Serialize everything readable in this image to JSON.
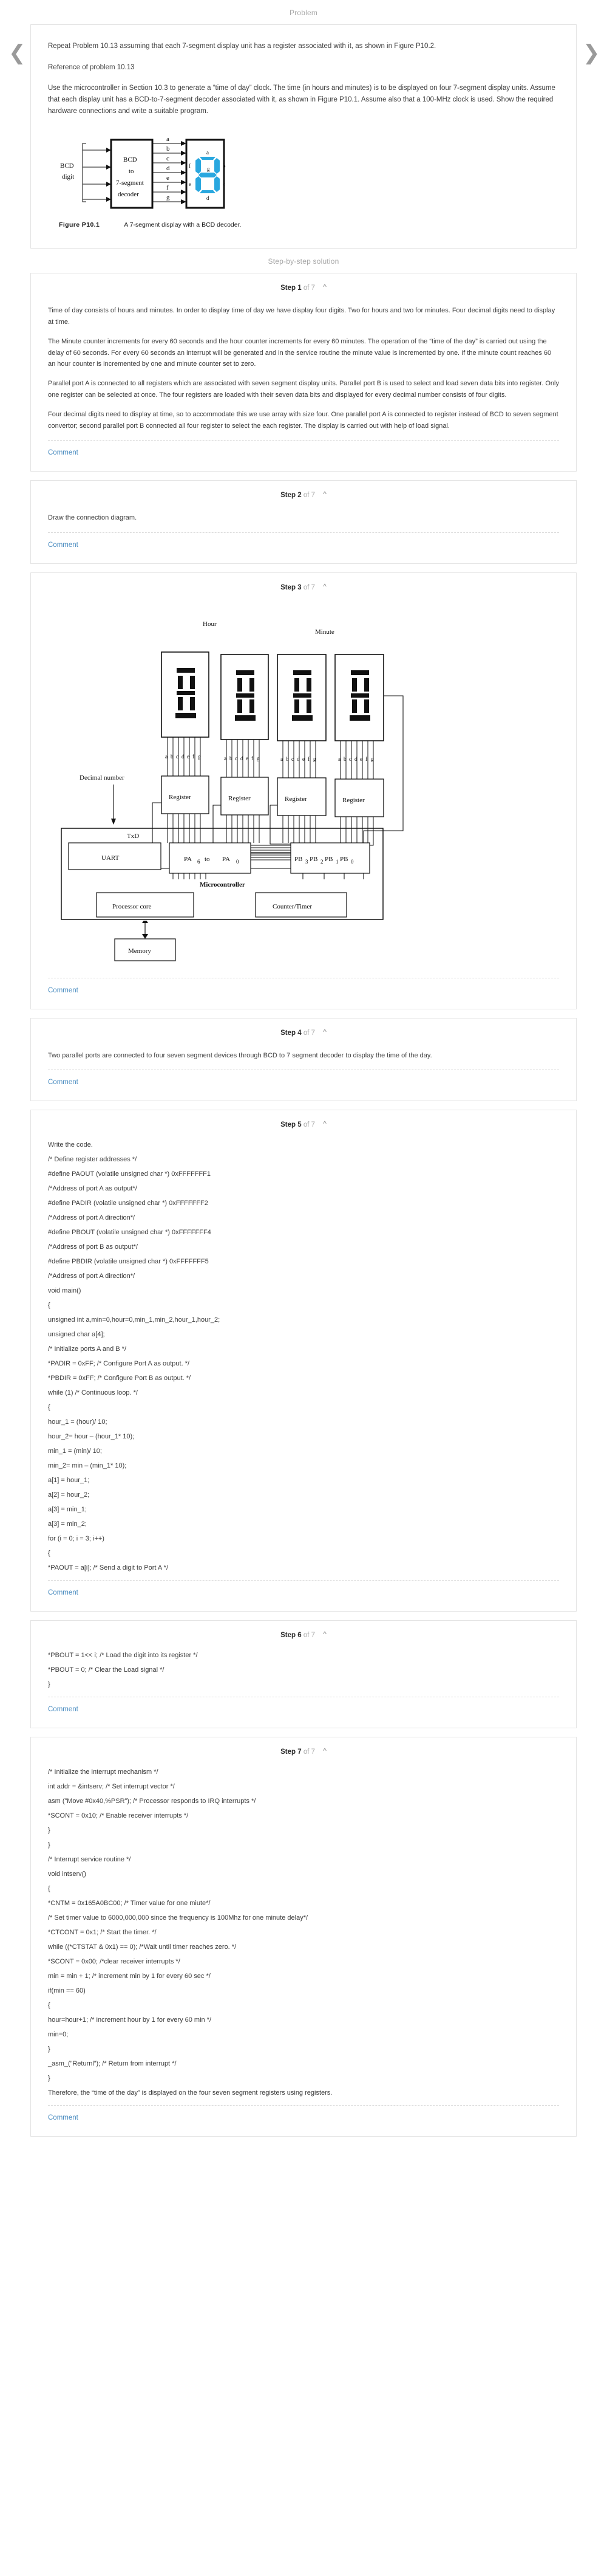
{
  "problem": {
    "section_label": "Problem",
    "paragraphs": [
      "Repeat Problem 10.13 assuming that each 7-segment display unit has a register associated with it, as shown in Figure P10.2.",
      "Reference of problem 10.13",
      "Use the microcontroller in Section 10.3 to generate a “time of day” clock. The time (in hours and minutes) is to be displayed on four 7-segment display units. Assume that each display unit has a BCD-to-7-segment decoder associated with it, as shown in Figure P10.1. Assume also that a 100-MHz clock is used. Show the required hardware connections and write a suitable program."
    ],
    "figure": {
      "caption_label": "Figure P10.1",
      "caption_text": "A 7-segment display with a BCD decoder.",
      "input_label_line1": "BCD",
      "input_label_line2": "digit",
      "decoder_line1": "BCD",
      "decoder_line2": "to",
      "decoder_line3": "7-segment",
      "decoder_line4": "decoder",
      "segment_names": [
        "a",
        "b",
        "c",
        "d",
        "e",
        "f",
        "g"
      ],
      "display_segment_labels": [
        "a",
        "b",
        "c",
        "d",
        "e",
        "f",
        "g"
      ]
    }
  },
  "solution": {
    "section_label": "Step-by-step solution",
    "total_steps": 7,
    "of_label": "of",
    "step_word": "Step",
    "comment_label": "Comment",
    "steps": [
      {
        "number": 1,
        "type": "text",
        "paragraphs": [
          "Time of day consists of hours and minutes. In order to display time of day we have display four digits. Two for hours and two for minutes. Four decimal digits need to display at time.",
          "The Minute counter increments for every 60 seconds and the hour counter increments for every 60 minutes. The operation of the “time of the day” is carried out using the delay of 60 seconds. For every 60 seconds an interrupt will be generated and in the service routine the minute value is incremented by one. If the minute count reaches 60 an hour counter is incremented by one and minute counter set to zero.",
          "Parallel port A is connected to all registers which are associated with seven segment display units. Parallel port B is used to select and load seven data bits into register. Only one register can be selected at once. The four registers are loaded with their seven data bits and displayed for every decimal number consists of four digits.",
          "Four decimal digits need to display at time, so to accommodate this we use array with size four. One parallel port A is connected to register instead of BCD to seven segment convertor; second parallel port B connected all four register to select the each register. The display is carried out with help of load signal."
        ]
      },
      {
        "number": 2,
        "type": "text",
        "paragraphs": [
          "Draw the connection diagram."
        ]
      },
      {
        "number": 3,
        "type": "diagram",
        "diagram": {
          "hour_label": "Hour",
          "minute_label": "Minute",
          "register_label": "Register",
          "segment_bus_labels": [
            "a",
            "b",
            "c",
            "d",
            "e",
            "f",
            "g"
          ],
          "decimal_number_label": "Decimal number",
          "txd_label": "TxD",
          "uart_label": "UART",
          "porta_label": "PA",
          "porta_sub_high": "6",
          "porta_to": "to",
          "porta_sub_low": "0",
          "portb_labels": [
            "PB",
            "PB",
            "PB",
            "PB"
          ],
          "portb_subs": [
            "3",
            "2",
            "1",
            "0"
          ],
          "microcontroller_label": "Microcontroller",
          "processor_core_label": "Processor core",
          "counter_timer_label": "Counter/Timer",
          "memory_label": "Memory"
        }
      },
      {
        "number": 4,
        "type": "text",
        "paragraphs": [
          "Two parallel ports are connected to four seven segment devices through BCD to 7 segment decoder to display the time of the day."
        ]
      },
      {
        "number": 5,
        "type": "code",
        "lines": [
          "Write the code.",
          "/* Define register addresses */",
          "#define PAOUT (volatile unsigned char *) 0xFFFFFFF1",
          "/*Address of port A as output*/",
          "#define PADIR (volatile unsigned char *) 0xFFFFFFF2",
          "/*Address of port A direction*/",
          "#define PBOUT (volatile unsigned char *) 0xFFFFFFF4",
          "/*Address of port B as output*/",
          "#define PBDIR (volatile unsigned char *) 0xFFFFFFF5",
          "/*Address of port A direction*/",
          "void main()",
          "{",
          "unsigned int a,min=0,hour=0,min_1,min_2,hour_1,hour_2;",
          "unsigned char a[4];",
          "/* Initialize ports A and B */",
          "*PADIR = 0xFF; /* Configure Port A as output. */",
          "*PBDIR = 0xFF; /* Configure Port B as output. */",
          "while (1) /* Continuous loop. */",
          "{",
          "hour_1 = (hour)/ 10;",
          "hour_2= hour – (hour_1* 10);",
          "min_1 = (min)/ 10;",
          "min_2= min – (min_1* 10);",
          "a[1] = hour_1;",
          "a[2] = hour_2;",
          "a[3] = min_1;",
          "a[3] = min_2;",
          "for (i = 0; i = 3; i++)",
          "{",
          "*PAOUT = a[i]; /* Send a digit to Port A */"
        ]
      },
      {
        "number": 6,
        "type": "code",
        "lines": [
          "*PBOUT = 1<< i; /* Load the digit into its register */",
          "*PBOUT = 0; /* Clear the Load signal */",
          "}"
        ]
      },
      {
        "number": 7,
        "type": "code",
        "lines": [
          "/* Initialize the interrupt mechanism */",
          "int addr = &intserv; /* Set interrupt vector */",
          "asm (”Move #0x40,%PSR”); /* Processor responds to IRQ interrupts */",
          "*SCONT = 0x10; /* Enable receiver interrupts */",
          "}",
          "}",
          "/* Interrupt service routine */",
          "void intserv()",
          "{",
          "*CNTM = 0x165A0BC00; /* Timer value for one miute*/",
          "/* Set timer value to 6000,000,000 since the frequency is 100Mhz for one minute delay*/",
          "*CTCONT = 0x1; /* Start the timer. */",
          "while ((*CTSTAT & 0x1) == 0); /*Wait until timer reaches zero. */",
          "*SCONT = 0x00; /*clear receiver interrupts */",
          "min = min + 1; /* increment min by 1 for every 60 sec */",
          "if(min == 60)",
          "{",
          "hour=hour+1; /* increment hour by 1 for every 60 min */",
          "min=0;",
          "}",
          "_asm_(”Returnl”); /* Return from interrupt */",
          "}",
          "Therefore, the “time of the day” is displayed on the four seven segment registers using registers."
        ]
      }
    ]
  },
  "nav": {
    "prev_icon": "chevron-left-icon",
    "next_icon": "chevron-right-icon",
    "collapse_icon": "chevron-up-icon"
  },
  "colors": {
    "link": "#4a8cc0",
    "segment_blue": "#29a7df",
    "border": "#e3e3e3",
    "muted": "#a7a7a7"
  }
}
